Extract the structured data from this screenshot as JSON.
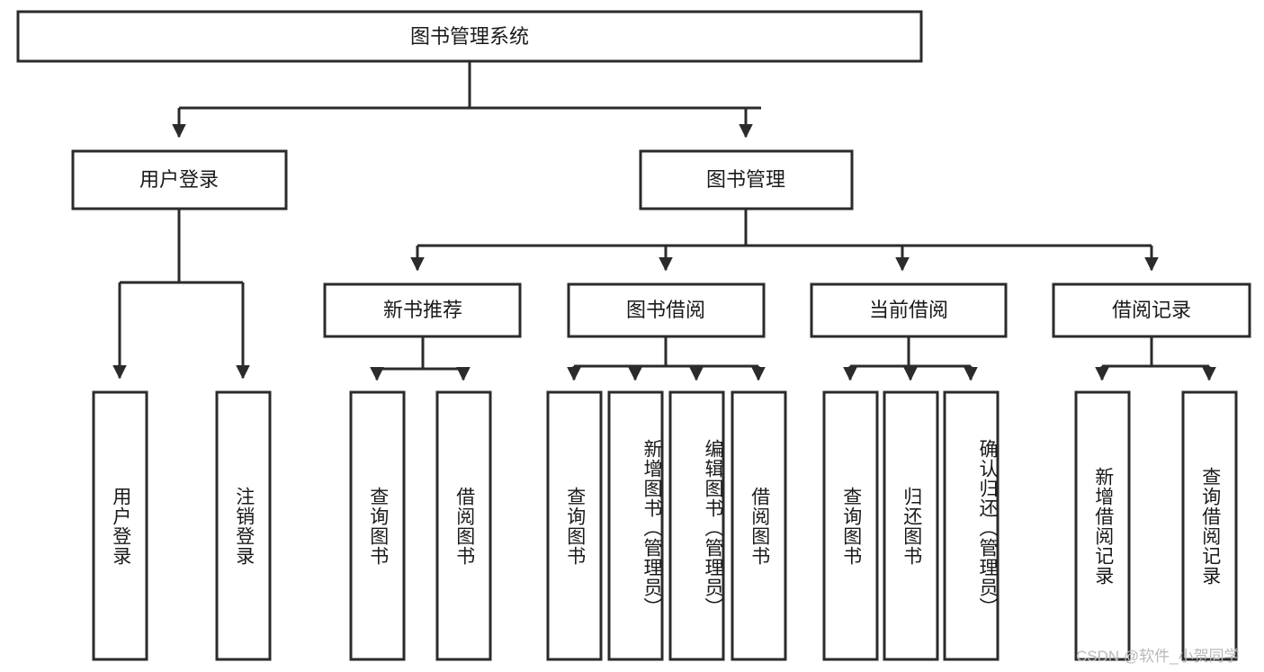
{
  "diagram": {
    "type": "tree-hierarchy-chart",
    "title": "图书管理系统",
    "watermark": "CSDN @软件_小贺同学",
    "colors": {
      "stroke": "#2b2b2b",
      "fill": "#ffffff",
      "text": "#1a1a1a",
      "watermark": "#b9b9b9"
    },
    "root": {
      "label": "图书管理系统"
    },
    "level2": [
      {
        "label": "用户登录"
      },
      {
        "label": "图书管理"
      }
    ],
    "level3": [
      {
        "label": "新书推荐"
      },
      {
        "label": "图书借阅"
      },
      {
        "label": "当前借阅"
      },
      {
        "label": "借阅记录"
      }
    ],
    "leaves": {
      "user_login": [
        {
          "label": "用户登录"
        },
        {
          "label": "注销登录"
        }
      ],
      "new_book_recommend": [
        {
          "label": "查询图书"
        },
        {
          "label": "借阅图书"
        }
      ],
      "book_borrow": [
        {
          "label": "查询图书"
        },
        {
          "label": "新增图书（管理员）"
        },
        {
          "label": "编辑图书（管理员）"
        },
        {
          "label": "借阅图书"
        }
      ],
      "current_borrow": [
        {
          "label": "查询图书"
        },
        {
          "label": "归还图书"
        },
        {
          "label": "确认归还（管理员）"
        }
      ],
      "borrow_record": [
        {
          "label": "新增借阅记录"
        },
        {
          "label": "查询借阅记录"
        }
      ]
    }
  }
}
